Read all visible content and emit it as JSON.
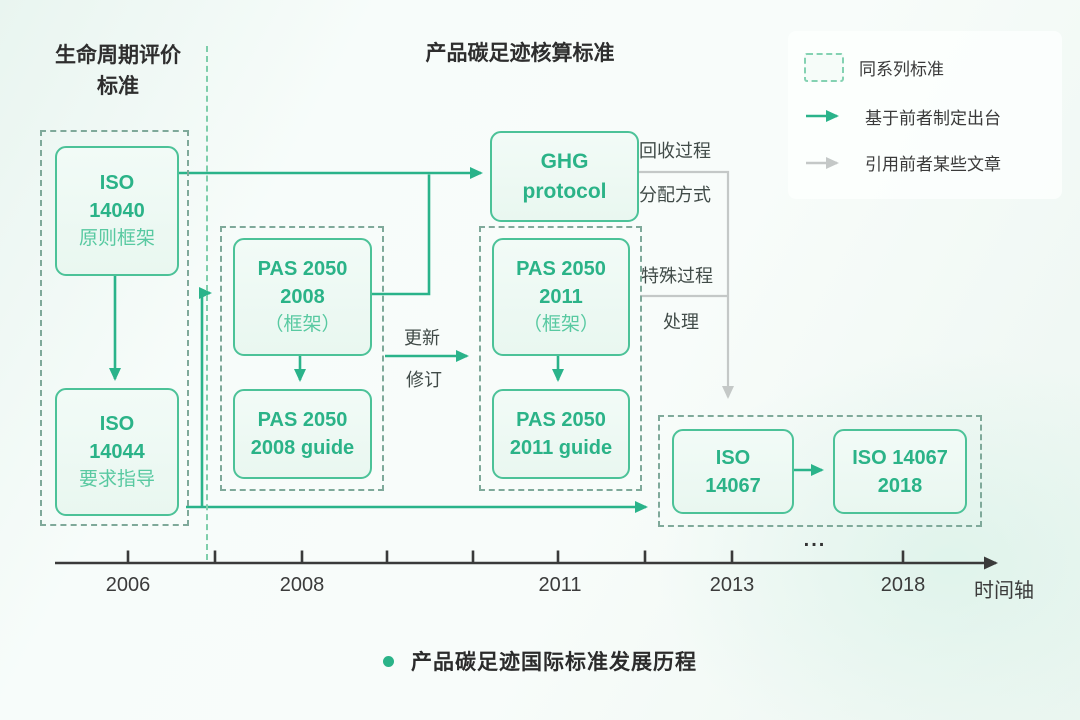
{
  "header": {
    "lca_title_line1": "生命周期评价",
    "lca_title_line2": "标准",
    "cfp_title": "产品碳足迹核算标准"
  },
  "legend": {
    "series_label": "同系列标准",
    "based_on_label": "基于前者制定出台",
    "cite_label": "引用前者某些文章"
  },
  "nodes": {
    "iso14040": {
      "line1": "ISO",
      "line2": "14040",
      "sub": "原则框架"
    },
    "iso14044": {
      "line1": "ISO",
      "line2": "14044",
      "sub": "要求指导"
    },
    "pas2050_2008": {
      "line1": "PAS 2050",
      "line2": "2008",
      "sub": "（框架）"
    },
    "pas2050_2008_guide": {
      "line1": "PAS 2050",
      "line2": "2008 guide"
    },
    "ghg": {
      "line1": "GHG",
      "line2": "protocol"
    },
    "pas2050_2011": {
      "line1": "PAS 2050",
      "line2": "2011",
      "sub": "（框架）"
    },
    "pas2050_2011_guide": {
      "line1": "PAS 2050",
      "line2": "2011 guide"
    },
    "iso14067": {
      "line1": "ISO",
      "line2": "14067"
    },
    "iso14067_2018": {
      "line1": "ISO 14067",
      "line2": "2018"
    }
  },
  "edge_labels": {
    "recycle": "回收过程",
    "allocation": "分配方式",
    "special": "特殊过程",
    "treatment": "处理",
    "update": "更新",
    "revise": "修订"
  },
  "timeline": {
    "years": [
      "2006",
      "2008",
      "2011",
      "2013",
      "2018"
    ],
    "ellipsis": "...",
    "axis_label": "时间轴"
  },
  "caption": "产品碳足迹国际标准发展历程",
  "colors": {
    "accent_green": "#2ab38a",
    "light_green_text": "#58c9a1",
    "node_fill": "#edf9f4",
    "node_border": "#4cc298",
    "container_dash": "#7fa99a",
    "divider_dash": "#7fceab",
    "gray_line": "#c4c8c7",
    "dark_text": "#333333",
    "label_text": "#414b48"
  }
}
